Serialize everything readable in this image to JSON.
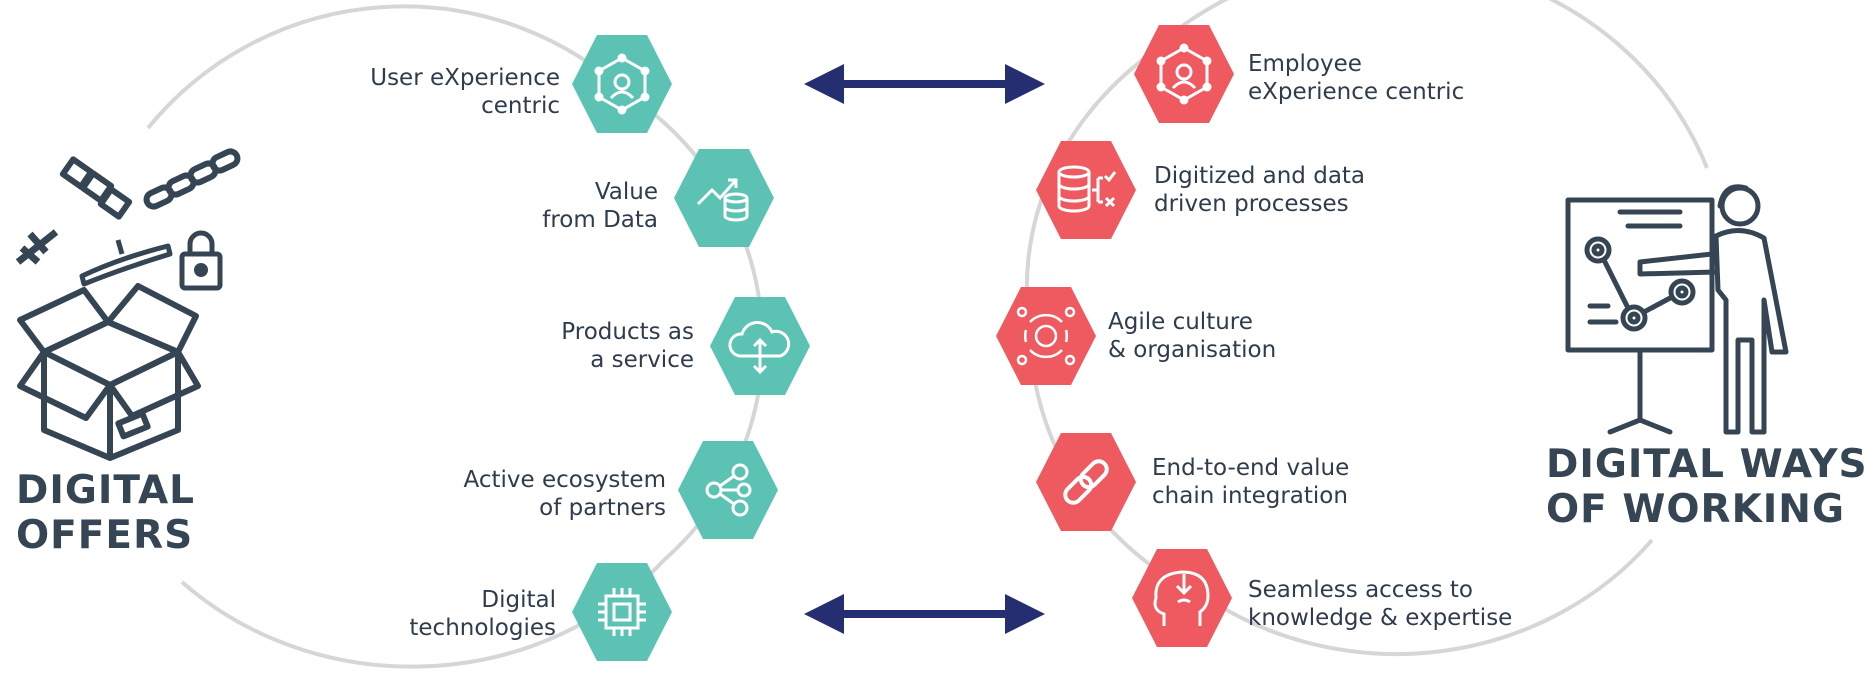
{
  "left_title": {
    "line1": "DIGITAL",
    "line2": "OFFERS"
  },
  "right_title": {
    "line1": "DIGITAL WAYS",
    "line2": "OF WORKING"
  },
  "colors": {
    "teal": "#5cc3b4",
    "coral": "#ee5a5f",
    "navy": "#252e70",
    "ring": "#d6d6d6",
    "dark": "#354554"
  },
  "left_items": [
    {
      "line1": "User eXperience",
      "line2": "centric",
      "icon": "user-experience-network-icon"
    },
    {
      "line1": "Value",
      "line2": "from Data",
      "icon": "data-value-growth-icon"
    },
    {
      "line1": "Products as",
      "line2": "a service",
      "icon": "cloud-service-icon"
    },
    {
      "line1": "Active ecosystem",
      "line2": "of partners",
      "icon": "share-network-icon"
    },
    {
      "line1": "Digital",
      "line2": "technologies",
      "icon": "microchip-icon"
    }
  ],
  "right_items": [
    {
      "line1": "Employee",
      "line2": "eXperience centric",
      "icon": "employee-experience-network-icon"
    },
    {
      "line1": "Digitized and data",
      "line2": "driven processes",
      "icon": "database-process-icon"
    },
    {
      "line1": "Agile culture",
      "line2": "& organisation",
      "icon": "agile-team-cycle-icon"
    },
    {
      "line1": "End-to-end value",
      "line2": "chain integration",
      "icon": "chain-link-icon"
    },
    {
      "line1": "Seamless access to",
      "line2": "knowledge & expertise",
      "icon": "head-knowledge-icon"
    }
  ]
}
